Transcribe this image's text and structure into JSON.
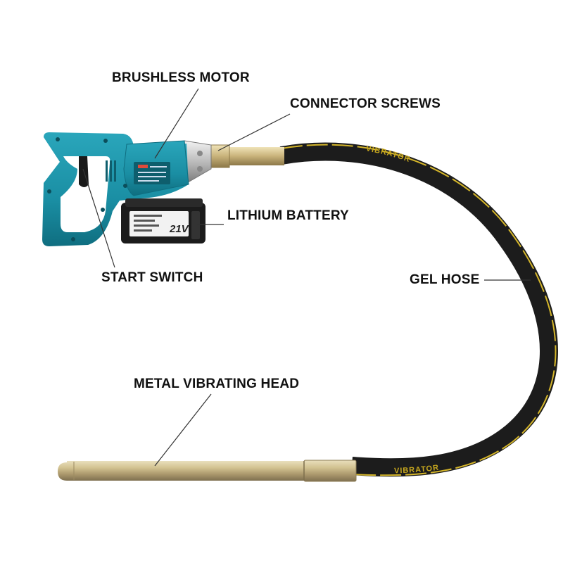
{
  "labels": {
    "brushless_motor": "BRUSHLESS MOTOR",
    "connector_screws": "CONNECTOR SCREWS",
    "lithium_battery": "LITHIUM BATTERY",
    "start_switch": "START SWITCH",
    "gel_hose": "GEL HOSE",
    "metal_vibrating_head": "METAL VIBRATING HEAD"
  },
  "battery": {
    "voltage": "21V"
  },
  "hose": {
    "marking": "VIBRATOR"
  },
  "colors": {
    "tool_body": "#1f93a8",
    "tool_dark": "#136a7a",
    "hose": "#1c1c1c",
    "hose_stripe": "#d4b52a",
    "metal": "#c9b98a",
    "leader_line": "#333333"
  }
}
